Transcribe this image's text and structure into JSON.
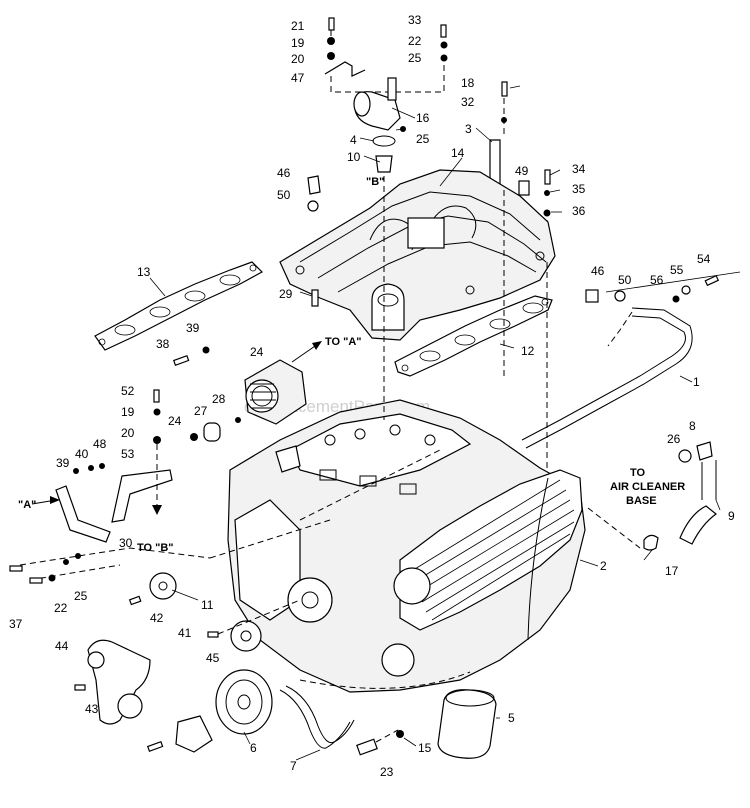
{
  "watermark": "eReplacementParts.com",
  "notes": {
    "to_a": "TO \"A\"",
    "to_b": "TO \"B\"",
    "label_a": "\"A\"",
    "label_b": "\"B\"",
    "air_line1": "TO",
    "air_line2": "AIR CLEANER",
    "air_line3": "BASE"
  },
  "callouts": {
    "c21": "21",
    "c19a": "19",
    "c20a": "20",
    "c47": "47",
    "c33": "33",
    "c22a": "22",
    "c25a": "25",
    "c18": "18",
    "c32": "32",
    "c3": "3",
    "c16": "16",
    "c4": "4",
    "c25b": "25",
    "c10": "10",
    "c14": "14",
    "c46a": "46",
    "c50a": "50",
    "c49": "49",
    "c34": "34",
    "c35": "35",
    "c36": "36",
    "c13": "13",
    "c29": "29",
    "c12": "12",
    "c39a": "39",
    "c38": "38",
    "c24a": "24",
    "c28": "28",
    "c46b": "46",
    "c50b": "50",
    "c56": "56",
    "c55": "55",
    "c54": "54",
    "c1": "1",
    "c52": "52",
    "c19b": "19",
    "c20b": "20",
    "c24b": "24",
    "c27": "27",
    "c48": "48",
    "c40": "40",
    "c39b": "39",
    "c53": "53",
    "c26": "26",
    "c8": "8",
    "c9": "9",
    "c17": "17",
    "c2": "2",
    "c30": "30",
    "c22b": "22",
    "c25c": "25",
    "c37": "37",
    "c11": "11",
    "c42": "42",
    "c41": "41",
    "c45": "45",
    "c44": "44",
    "c43": "43",
    "c6": "6",
    "c7": "7",
    "c15": "15",
    "c23": "23",
    "c5": "5"
  }
}
